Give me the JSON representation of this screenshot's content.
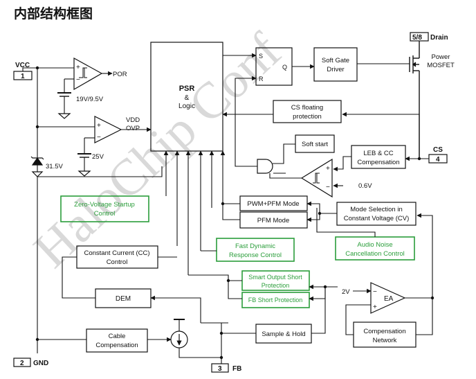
{
  "title": "内部结构框图",
  "watermark": "HaloChip Conf",
  "colors": {
    "line": "#111111",
    "green": "#2a9d3a",
    "watermark": "#d9d9d9"
  },
  "pins": {
    "vcc": {
      "number": "1",
      "name": "VCC"
    },
    "gnd": {
      "number": "2",
      "name": "GND"
    },
    "fb": {
      "number": "3",
      "name": "FB"
    },
    "cs": {
      "number": "4",
      "name": "CS"
    },
    "drain": {
      "number": "5/8",
      "name": "Drain"
    }
  },
  "blocks": {
    "psr": {
      "line1": "PSR",
      "line2": "&",
      "line3": "Logic"
    },
    "latch": {
      "s": "S",
      "r": "R",
      "q": "Q"
    },
    "gate_driver": {
      "line1": "Soft Gate",
      "line2": "Driver"
    },
    "mosfet": {
      "line1": "Power",
      "line2": "MOSFET"
    },
    "cs_protection": {
      "line1": "CS floating",
      "line2": "protection"
    },
    "soft_start": "Soft start",
    "leb": {
      "line1": "LEB & CC",
      "line2": "Compensation"
    },
    "zvs": {
      "line1": "Zero-Voltage Startup",
      "line2": "Control"
    },
    "pwm_pfm": "PWM+PFM Mode",
    "pfm": "PFM Mode",
    "mode_sel": {
      "line1": "Mode Selection in",
      "line2": "Constant Voltage (CV)"
    },
    "cc": {
      "line1": "Constant Current (CC)",
      "line2": "Control"
    },
    "fast_dyn": {
      "line1": "Fast Dynamic",
      "line2": "Response Control"
    },
    "audio": {
      "line1": "Audio Noise",
      "line2": "Cancellation Control"
    },
    "smart_osp": {
      "line1": "Smart Output Short",
      "line2": "Protection"
    },
    "fb_short": "FB Short Protection",
    "dem": "DEM",
    "ea": "EA",
    "comp_net": {
      "line1": "Compensation",
      "line2": "Network"
    },
    "cable": {
      "line1": "Cable",
      "line2": "Compensation"
    },
    "sample_hold": "Sample & Hold"
  },
  "labels": {
    "por": "POR",
    "uvlo": "19V/9.5V",
    "vdd_ovp1": "VDD",
    "vdd_ovp2": "OVP",
    "ovp_ref": "25V",
    "zener": "31.5V",
    "cs_ref": "0.6V",
    "ea_ref": "2V",
    "plus": "+",
    "minus": "−"
  }
}
